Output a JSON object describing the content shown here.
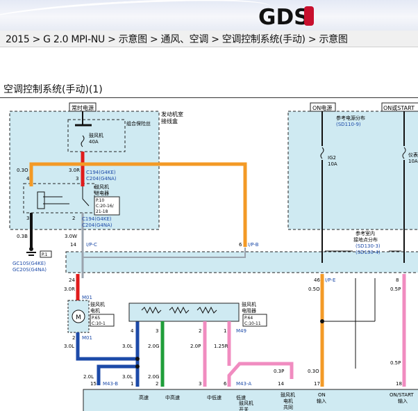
{
  "header": {
    "logo_text": "GDS",
    "brand_color": "#c8102e"
  },
  "breadcrumb": {
    "text": "2015 > G 2.0 MPI-NU > 示意图 > 通风、空调 > 空调控制系统(手动) > 示意图"
  },
  "page_title": "空调控制系统(手动)(1)",
  "diagram": {
    "power_labels": {
      "constant": "常时电源",
      "on": "ON电源",
      "on_start": "ON或START"
    },
    "engine_box_label": [
      "发动机室",
      "接线盒"
    ],
    "fuse_block_label": "组合保险丝",
    "blower_fuse": {
      "name": "鼓风机",
      "rating": "40A"
    },
    "relay": {
      "name": [
        "鼓风机",
        "继电器"
      ],
      "ref": "P.10",
      "conn1": "C:20-16/",
      "conn2": "21-18"
    },
    "connectors": {
      "top_g4ke": "C194(G4KE)",
      "top_g4na": "C204(G4NA)",
      "bot_g4ke": "C194(G4KE)",
      "bot_g4na": "C204(G4NA)"
    },
    "pins": {
      "p4": "4",
      "p3top": "3",
      "p3": "3",
      "p2": "2",
      "p14": "14",
      "p6": "6",
      "p24": "24",
      "p46": "46",
      "p8": "8",
      "m1_2": "2",
      "r4": "4",
      "r3": "3",
      "r2": "2",
      "r1": "1",
      "b15": "15",
      "b1": "1",
      "b2": "2",
      "b3": "3",
      "b6": "6",
      "b14": "14",
      "b17": "17",
      "b18": "18"
    },
    "wire_labels": {
      "w03o": "0.3O",
      "w30r": "3.0R",
      "w03b": "0.3B",
      "w30w": "3.0W",
      "w30r2": "3.0R",
      "w30l": "3.0L",
      "w30l2": "3.0L",
      "w30l3": "3.0L",
      "w20g": "2.0G",
      "w20g2": "2.0G",
      "w20p": "2.0P",
      "w125r": "1.25R",
      "w05o": "0.5O",
      "w03o2": "0.3O",
      "w05p": "0.5P",
      "w05p2": "0.5P",
      "w03p": "0.3P",
      "w20l": "2.0L"
    },
    "wire_ids": {
      "ipc": "I/P-C",
      "ipb": "I/P-B",
      "ipe": "I/P-E",
      "m01": "M01",
      "m01b": "M01",
      "m49": "M49",
      "m43b": "M43-B",
      "m43a": "M43-A"
    },
    "ground": {
      "ref": "P.1",
      "g4ke": "GC10S(G4KE)",
      "g4na": "GC20S(G4NA)"
    },
    "fuse_ig2": {
      "name": "IG2",
      "rating": "10A"
    },
    "fuse_right": {
      "name": "仪表",
      "rating": "10A"
    },
    "sd_ref1": {
      "title": "参考电源分布",
      "code": "(SD110-9)"
    },
    "sd_ref2": {
      "title1": "参考室内",
      "title2": "接地点分布",
      "code1": "(SD130-3)",
      "code2": "(SD130-4)"
    },
    "blower_motor": {
      "name": [
        "鼓风机",
        "电机"
      ],
      "symbol": "M",
      "ref": "P.65",
      "conn": "C:10-1"
    },
    "blower_resistor": {
      "name": [
        "鼓风机",
        "电阻器"
      ],
      "ref": "P.64",
      "conn": "C:10-11"
    },
    "switch_labels": {
      "high": "高速",
      "mid_high": "中高速",
      "mid_low": "中低速",
      "low": "低速",
      "fan_sw": [
        "鼓风机",
        "开关"
      ],
      "fan_motor_common": [
        "鼓风机",
        "电机",
        "共同"
      ],
      "on_input": [
        "ON",
        "输入"
      ],
      "on_start_input": [
        "ON/START",
        "输入"
      ]
    },
    "wire_colors": {
      "orange": "#f39a26",
      "red": "#e01b1b",
      "blue": "#1c4aa8",
      "green": "#1f9e3a",
      "pink": "#f08cc0",
      "black": "#111111",
      "gray": "#9aa3ad",
      "box_fill": "#cfeaf2"
    }
  }
}
